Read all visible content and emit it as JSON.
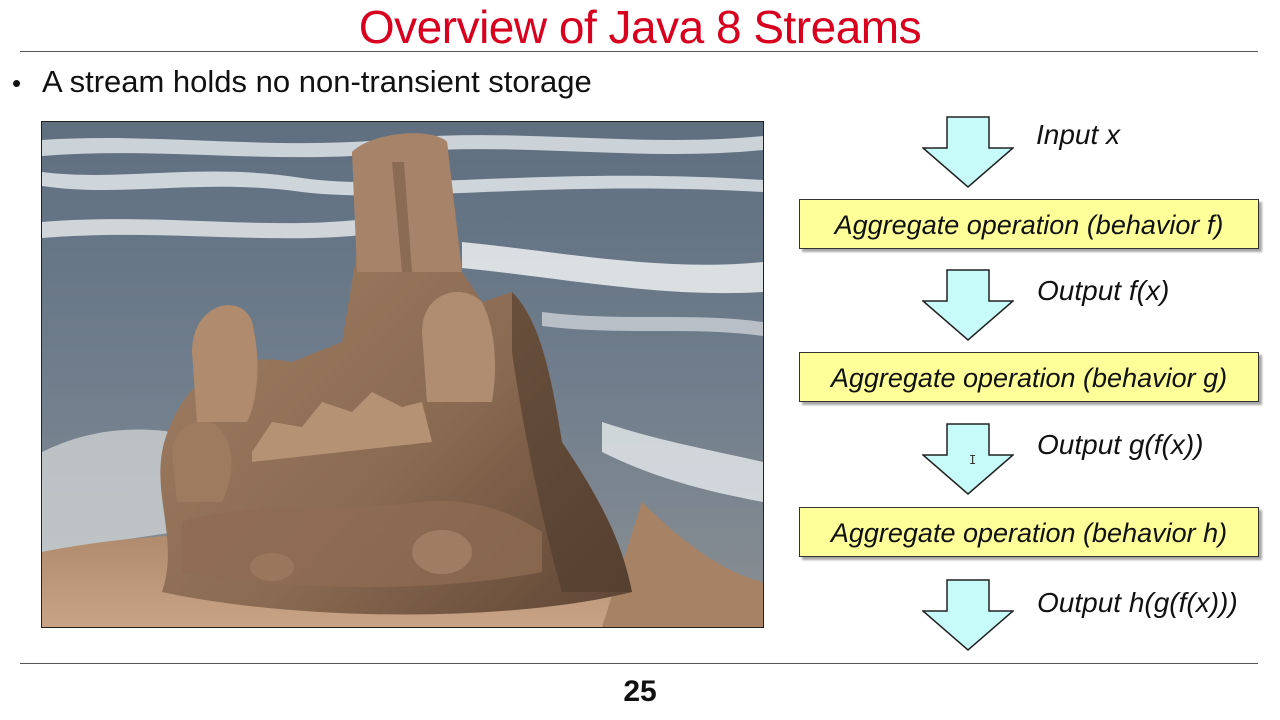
{
  "slide": {
    "title": "Overview of Java 8 Streams",
    "bullet": "A stream holds no non-transient storage",
    "page_number": "25"
  },
  "photo": {
    "subject": "sandcastle-on-beach-photo"
  },
  "pipeline": {
    "input_label": "Input x",
    "operations": [
      "Aggregate operation (behavior f)",
      "Aggregate operation (behavior g)",
      "Aggregate operation (behavior h)"
    ],
    "outputs": [
      "Output f(x)",
      "Output g(f(x))",
      "Output h(g(f(x)))"
    ],
    "arrow_icon": "down-arrow-icon",
    "colors": {
      "title": "#d7001e",
      "box_fill": "#ffff99",
      "arrow_fill": "#c6fbf9"
    }
  }
}
